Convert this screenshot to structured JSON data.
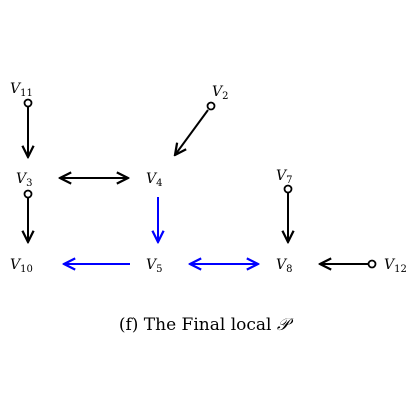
{
  "diagram": {
    "caption": {
      "prefix": "(f) The Final local ",
      "symbol": "𝒫"
    },
    "nodes": {
      "v11": {
        "base": "V",
        "sub": "11"
      },
      "v2": {
        "base": "V",
        "sub": "2"
      },
      "v3": {
        "base": "V",
        "sub": "3"
      },
      "v4": {
        "base": "V",
        "sub": "4"
      },
      "v7": {
        "base": "V",
        "sub": "7"
      },
      "v10": {
        "base": "V",
        "sub": "10"
      },
      "v5": {
        "base": "V",
        "sub": "5"
      },
      "v8": {
        "base": "V",
        "sub": "8"
      },
      "v12": {
        "base": "V",
        "sub": "12"
      }
    },
    "edges": [
      {
        "from": "V11",
        "to": "V3",
        "type": "circle-arrow",
        "color": "#000000"
      },
      {
        "from": "V2",
        "to": "V4",
        "type": "circle-arrow",
        "color": "#000000"
      },
      {
        "from": "V3",
        "to": "V4",
        "type": "bidirected",
        "color": "#000000"
      },
      {
        "from": "V3",
        "to": "V10",
        "type": "circle-arrow",
        "color": "#000000"
      },
      {
        "from": "V4",
        "to": "V5",
        "type": "directed",
        "color": "#0000ff"
      },
      {
        "from": "V7",
        "to": "V8",
        "type": "circle-arrow",
        "color": "#000000"
      },
      {
        "from": "V5",
        "to": "V10",
        "type": "directed",
        "color": "#0000ff"
      },
      {
        "from": "V5",
        "to": "V8",
        "type": "bidirected",
        "color": "#0000ff"
      },
      {
        "from": "V12",
        "to": "V8",
        "type": "circle-arrow",
        "color": "#000000"
      }
    ]
  }
}
